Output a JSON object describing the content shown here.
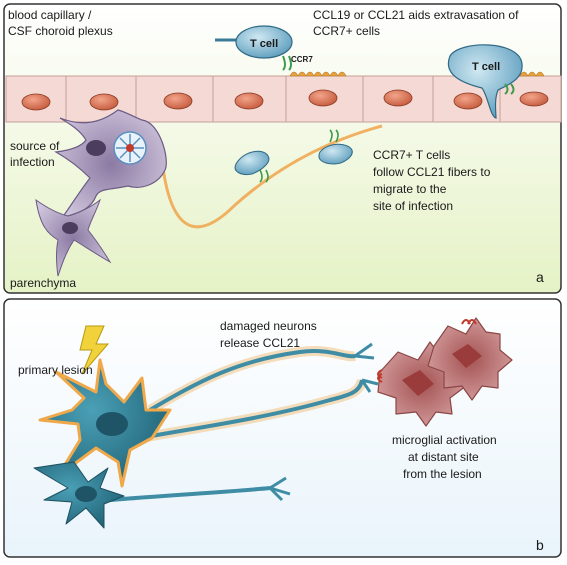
{
  "panel_a": {
    "title_line1": "blood capillary /",
    "title_line2": "CSF choroid plexus",
    "top_note_line1": "CCL19 or CCL21 aids extravasation of",
    "top_note_line2": "CCR7+ cells",
    "tcell_label": "T cell",
    "tcell_label_2": "T cell",
    "ccr7_label": "CCR7",
    "source_line1": "source of",
    "source_line2": "infection",
    "migrate_line1": "CCR7+ T cells",
    "migrate_line2": "follow CCL21 fibers to",
    "migrate_line3": "migrate to the",
    "migrate_line4": "site of infection",
    "parenchyma": "parenchyma",
    "panel_letter": "a"
  },
  "panel_b": {
    "primary_lesion": "primary lesion",
    "damaged_line1": "damaged neurons",
    "damaged_line2": "release CCL21",
    "micro_line1": "microglial activation",
    "micro_line2": "at distant site",
    "micro_line3": "from the lesion",
    "panel_letter": "b"
  },
  "colors": {
    "capillary": "#f4d6d2",
    "nucleus": "#d96a4c",
    "parenchyma": "#eef6d8",
    "tcell": "#6aa8c8",
    "neuron": "#2f7f95",
    "microglia": "#c98787",
    "ccl21_fiber": "#f0a34a"
  }
}
